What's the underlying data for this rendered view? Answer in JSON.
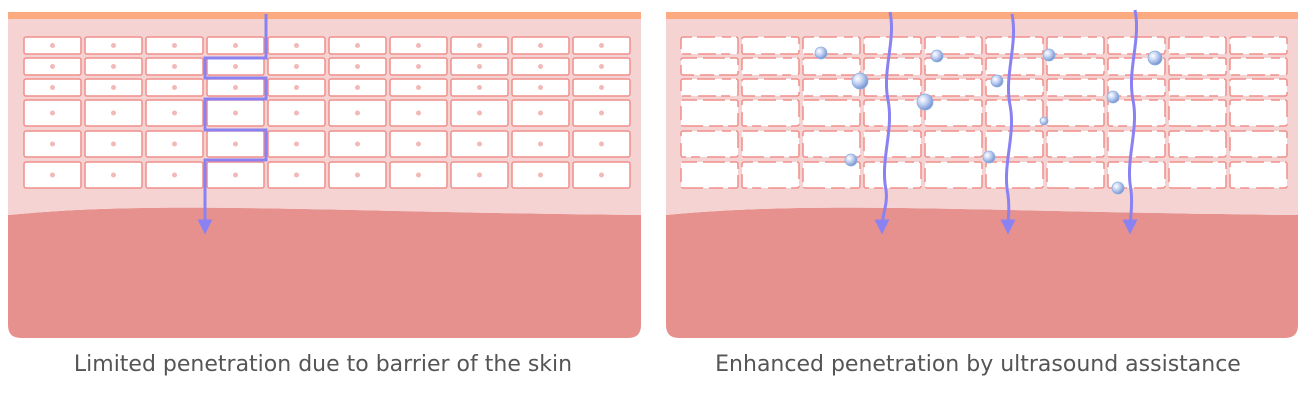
{
  "panels": [
    {
      "caption": "Limited penetration due to barrier of the skin",
      "mode": "barrier"
    },
    {
      "caption": "Enhanced penetration by ultrasound assistance",
      "mode": "ultrasound"
    }
  ],
  "colors": {
    "surface_line": "#fcaa7f",
    "epidermis": "#f5d3d2",
    "dermis": "#e6918e",
    "cell_border": "#f08f8c",
    "cell_fill": "#ffffff",
    "nucleus": "#f2b9b7",
    "arrow": "#8a82f2",
    "bubble": "#8faee0"
  }
}
